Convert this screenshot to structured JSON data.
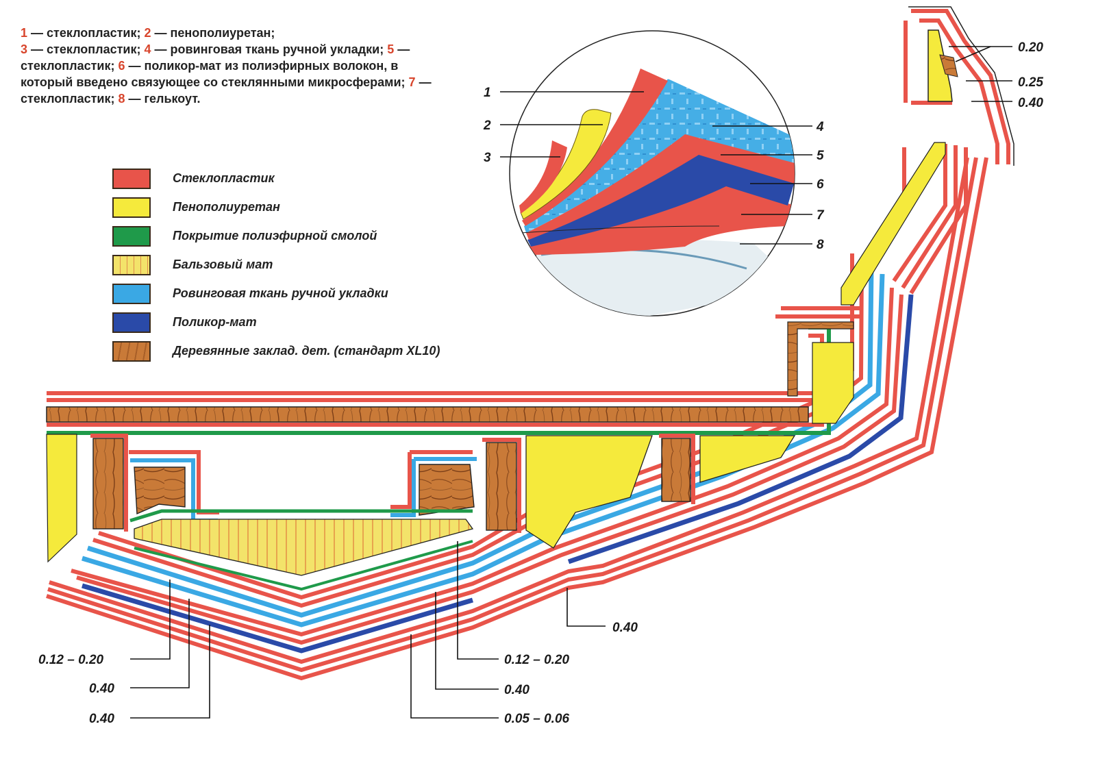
{
  "caption": {
    "n1": "1",
    "t1": " — стеклопластик; ",
    "n2": "2",
    "t2": " — пенополиуретан;",
    "n3": "3",
    "t3": " — стеклопластик; ",
    "n4": "4",
    "t4": " — ровинговая ткань ручной укладки; ",
    "n5": "5",
    "t5": " — стеклопластик; ",
    "n6": "6",
    "t6": " — поликор-мат из полиэфирных волокон, в который введено связующее со стеклянными микросферами; ",
    "n7": "7",
    "t7": " — стеклопластик; ",
    "n8": "8",
    "t8": " — гелькоут."
  },
  "legend": [
    {
      "label": "Стеклопластик",
      "color": "#e8544a"
    },
    {
      "label": "Пенополиуретан",
      "color": "#f5ea3c"
    },
    {
      "label": "Покрытие полиэфирной смолой",
      "color": "#1f9a4a"
    },
    {
      "label": "Бальзовый мат",
      "color": "#f3e36a"
    },
    {
      "label": "Ровинговая ткань ручной укладки",
      "color": "#3aa8e4"
    },
    {
      "label": "Поликор-мат",
      "color": "#2a4aa8"
    },
    {
      "label": "Деревянные заклад. дет. (стандарт XL10)",
      "color": "#c97a38"
    }
  ],
  "circle_labels": {
    "l1": "1",
    "l2": "2",
    "l3": "3",
    "l4": "4",
    "l5": "5",
    "l6": "6",
    "l7": "7",
    "l8": "8"
  },
  "dimensions": {
    "d020": "0.20",
    "d025": "0.25",
    "d040top": "0.40",
    "d040mid": "0.40",
    "d012a": "0.12 – 0.20",
    "d040a": "0.40",
    "d040b": "0.40",
    "d012b": "0.12 – 0.20",
    "d040c": "0.40",
    "d005": "0.05 – 0.06"
  },
  "colors": {
    "frp": "#e8544a",
    "foam": "#f5ea3c",
    "resin": "#1f9a4a",
    "balsa": "#f3e36a",
    "roving": "#3aa8e4",
    "polycore": "#2a4aa8",
    "wood": "#c97a38",
    "gelcoat": "#e6eef2"
  }
}
